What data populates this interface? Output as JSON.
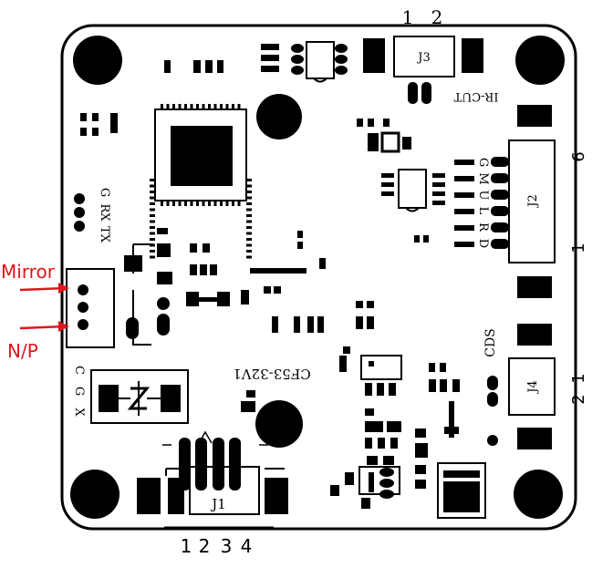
{
  "board": {
    "model": "CF53-32V1",
    "colors": {
      "outline": "#000000",
      "annotation": "#e0151b",
      "background": "#ffffff"
    }
  },
  "connectors": {
    "j1": {
      "name": "J1",
      "pins": [
        "1",
        "2",
        "3",
        "4"
      ]
    },
    "j2": {
      "name": "J2",
      "pin_start": "6",
      "pin_end": "1",
      "signals": [
        "G",
        "M",
        "U",
        "L",
        "R",
        "D"
      ]
    },
    "j3": {
      "name": "J3",
      "pins": [
        "1",
        "2"
      ],
      "label": "IR-CUT"
    },
    "j4": {
      "name": "J4",
      "pins": [
        "1",
        "2"
      ],
      "label": "CDS"
    }
  },
  "uart": {
    "signals": [
      "G",
      "RX",
      "TX"
    ]
  },
  "jumper": {
    "pins": [
      "C",
      "G",
      "X"
    ]
  },
  "annotations": {
    "mirror": "Mirror",
    "np": "N/P"
  }
}
